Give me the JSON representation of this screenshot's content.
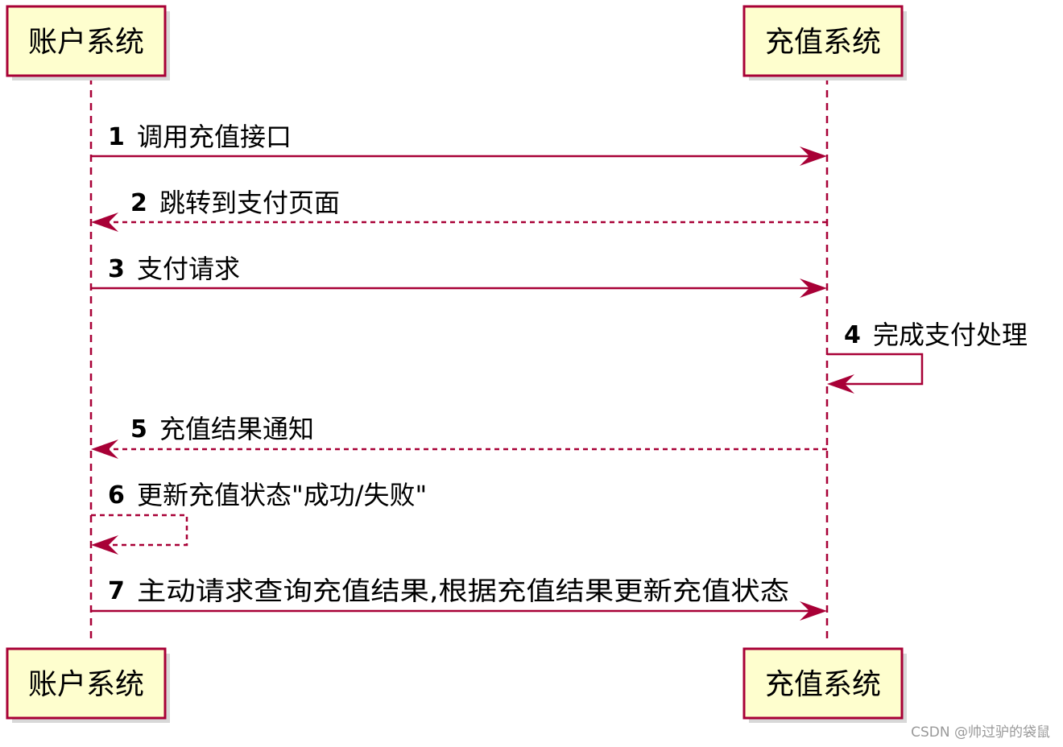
{
  "participants": {
    "account": "账户系统",
    "recharge": "充值系统"
  },
  "messages": [
    {
      "num": "1",
      "text": "调用充值接口",
      "from": "account",
      "to": "recharge",
      "style": "solid"
    },
    {
      "num": "2",
      "text": "跳转到支付页面",
      "from": "recharge",
      "to": "account",
      "style": "dashed"
    },
    {
      "num": "3",
      "text": "支付请求",
      "from": "account",
      "to": "recharge",
      "style": "solid"
    },
    {
      "num": "4",
      "text": "完成支付处理",
      "from": "recharge",
      "to": "recharge",
      "style": "solid"
    },
    {
      "num": "5",
      "text": "充值结果通知",
      "from": "recharge",
      "to": "account",
      "style": "dashed"
    },
    {
      "num": "6",
      "text": "更新充值状态\"成功/失败\"",
      "from": "account",
      "to": "account",
      "style": "dashed"
    },
    {
      "num": "7",
      "text": "主动请求查询充值结果,根据充值结果更新充值状态",
      "from": "account",
      "to": "recharge",
      "style": "solid"
    }
  ],
  "watermark": "CSDN @帅过驴的袋鼠",
  "colors": {
    "line": "#a80036",
    "box_fill": "#fefece"
  }
}
